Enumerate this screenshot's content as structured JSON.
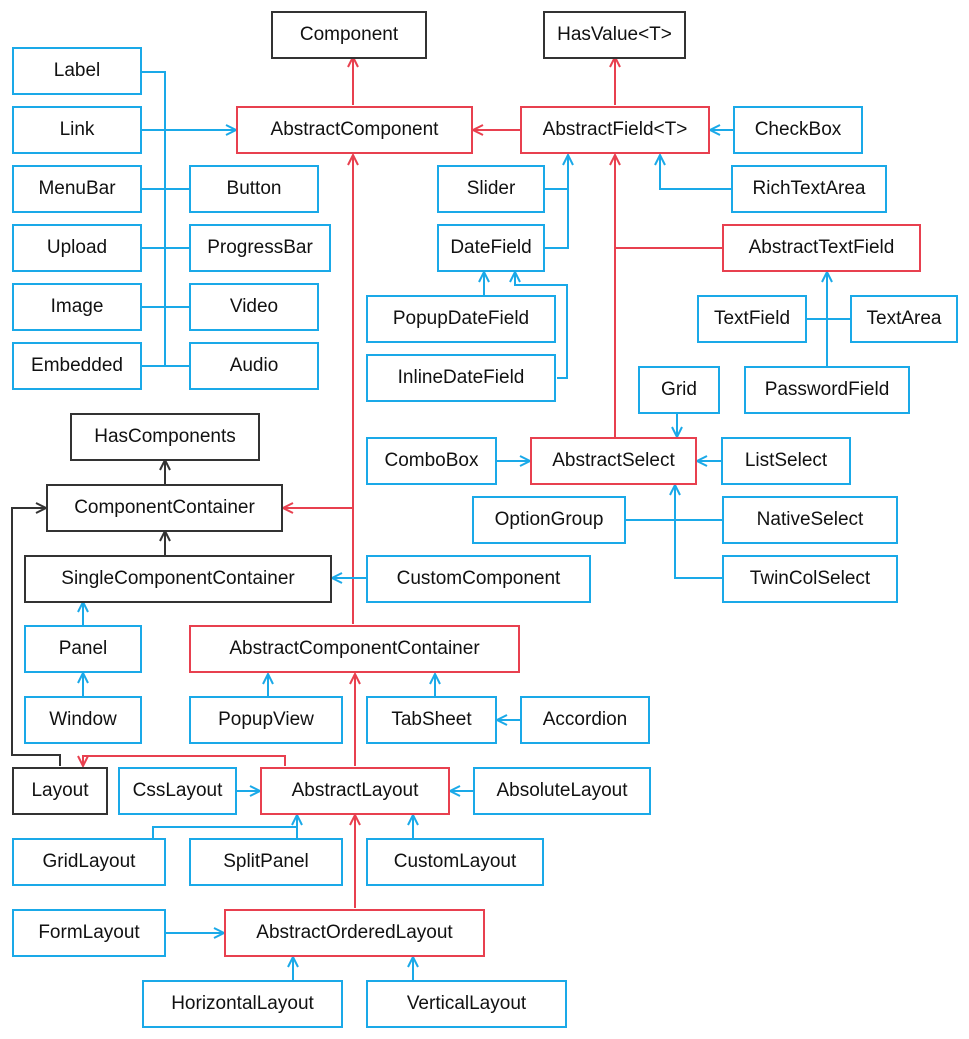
{
  "colors": {
    "component": "#1aa9e8",
    "abstract": "#e8404f",
    "interface": "#333333"
  },
  "nodes": {
    "component": "Component",
    "hasvalue": "HasValue<T>",
    "label": "Label",
    "link": "Link",
    "abstractcomponent": "AbstractComponent",
    "abstractfield": "AbstractField<T>",
    "checkbox": "CheckBox",
    "menubar": "MenuBar",
    "button": "Button",
    "slider": "Slider",
    "richtextarea": "RichTextArea",
    "upload": "Upload",
    "progressbar": "ProgressBar",
    "datefield": "DateField",
    "abstracttextfield": "AbstractTextField",
    "image": "Image",
    "video": "Video",
    "popupdatefield": "PopupDateField",
    "textfield": "TextField",
    "textarea": "TextArea",
    "embedded": "Embedded",
    "audio": "Audio",
    "inlinedatefield": "InlineDateField",
    "grid": "Grid",
    "passwordfield": "PasswordField",
    "hascomponents": "HasComponents",
    "combobox": "ComboBox",
    "abstractselect": "AbstractSelect",
    "listselect": "ListSelect",
    "componentcontainer": "ComponentContainer",
    "optiongroup": "OptionGroup",
    "nativeselect": "NativeSelect",
    "singlecomponentcontainer": "SingleComponentContainer",
    "customcomponent": "CustomComponent",
    "twincolselect": "TwinColSelect",
    "panel": "Panel",
    "abstractcomponentcontainer": "AbstractComponentContainer",
    "window": "Window",
    "popupview": "PopupView",
    "tabsheet": "TabSheet",
    "accordion": "Accordion",
    "layout": "Layout",
    "csslayout": "CssLayout",
    "abstractlayout": "AbstractLayout",
    "absolutelayout": "AbsoluteLayout",
    "gridlayout": "GridLayout",
    "splitpanel": "SplitPanel",
    "customlayout": "CustomLayout",
    "formlayout": "FormLayout",
    "abstractorderedlayout": "AbstractOrderedLayout",
    "horizontallayout": "HorizontalLayout",
    "verticallayout": "VerticalLayout"
  }
}
